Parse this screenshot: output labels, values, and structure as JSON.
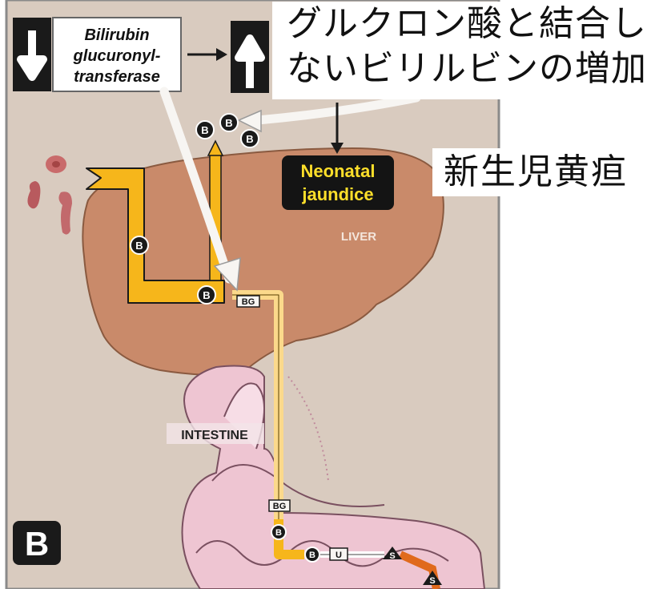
{
  "figure_letter": "B",
  "enzyme_box": {
    "down_arrow_icon": "arrow-down-icon",
    "label_line1": "Bilirubin",
    "label_line2": "glucuronyl-",
    "label_line3": "transferase",
    "up_arrow_icon": "arrow-up-icon"
  },
  "annotation_unconjugated": {
    "line1": "グルクロン酸と結合し",
    "line2": "ないビリルビンの増加"
  },
  "neonatal_box": {
    "line1": "Neonatal",
    "line2": "jaundice"
  },
  "annotation_jaundice": "新生児黄疸",
  "organ_labels": {
    "liver": "LIVER",
    "intestine": "INTESTINE"
  },
  "molecule_labels": {
    "bilirubin": "B",
    "bilirubin_glucuronide": "BG",
    "urobilinogen": "U",
    "stercobilin": "S"
  },
  "colors": {
    "panel_background": "#d9cbbf",
    "liver": "#c98a6a",
    "pathway_yellow": "#f6b61b",
    "pathway_light": "#fbd98b",
    "intestine_pink": "#eec5d2",
    "stercobilin_orange": "#e06a1c",
    "neonatal_box_bg": "#141414",
    "neonatal_text": "#ffdf2a"
  }
}
